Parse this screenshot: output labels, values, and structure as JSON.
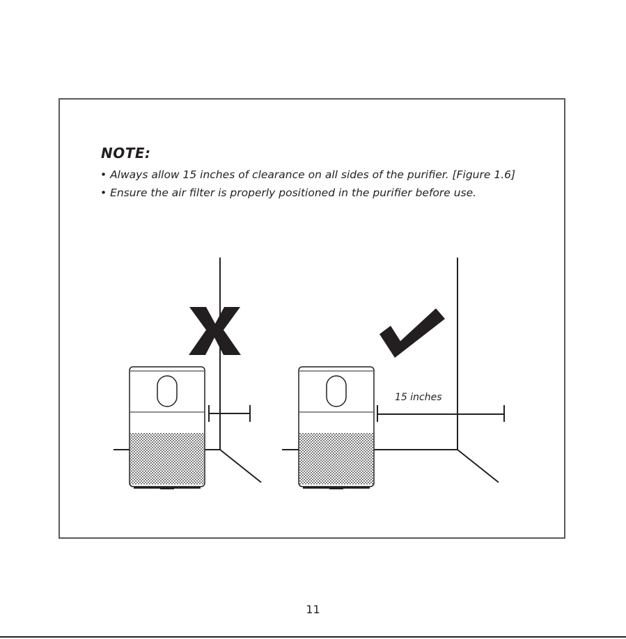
{
  "note": {
    "title": "NOTE:",
    "lines": [
      "• Always allow 15 inches of clearance on all sides of the purifier. [Figure 1.6]",
      "• Ensure the air filter is properly positioned in the purifier before use."
    ]
  },
  "figure": {
    "measurement_label": "15 inches",
    "incorrect_icon": "x-mark-icon",
    "correct_icon": "check-mark-icon"
  },
  "page": {
    "number": "11"
  },
  "colors": {
    "ink": "#231f20",
    "frame": "#58595b"
  }
}
